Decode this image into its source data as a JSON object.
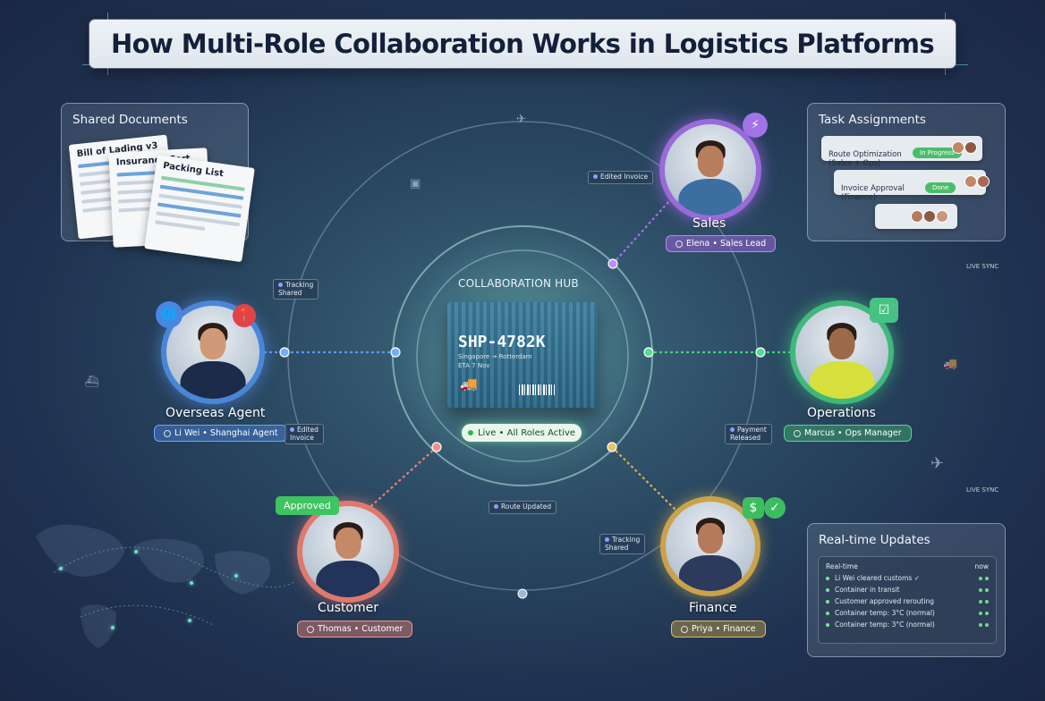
{
  "title": "How Multi-Role Collaboration Works in Logistics Platforms",
  "shared_documents": {
    "title": "Shared Documents",
    "docs": [
      "Bill of Lading v3",
      "Insurance Cert",
      "Packing List"
    ]
  },
  "task_assignments": {
    "title": "Task Assignments",
    "tasks": [
      {
        "name": "Route Optimization\n(Sales + Ops)",
        "status": "In Progress"
      },
      {
        "name": "Invoice Approval\n(Finance)",
        "status": "Done"
      },
      {
        "name": "",
        "status": ""
      }
    ]
  },
  "hub": {
    "label": "COLLABORATION HUB",
    "shipment_id": "SHP-4782K",
    "route": "Singapore → Rotterdam",
    "eta": "ETA 7 Nov",
    "status": "Live • All Roles Active"
  },
  "roles": [
    {
      "role": "Sales",
      "person": "Elena • Sales Lead",
      "color": "#9a6ad8"
    },
    {
      "role": "Operations",
      "person": "Marcus • Ops Manager",
      "color": "#3fb87a"
    },
    {
      "role": "Finance",
      "person": "Priya • Finance",
      "color": "#c9a24a"
    },
    {
      "role": "Customer",
      "person": "Thomas • Customer",
      "color": "#e0786c"
    },
    {
      "role": "Overseas Agent",
      "person": "Li Wei • Shanghai Agent",
      "color": "#4a86d8"
    }
  ],
  "tags": {
    "edited_invoice_top": "Edited Invoice",
    "tracking_shared_left": "Tracking\nShared",
    "edited_invoice_left": "Edited\nInvoice",
    "payment_released": "Payment\nReleased",
    "route_updated": "Route Updated",
    "tracking_shared_bottom": "Tracking\nShared"
  },
  "approved": "Approved",
  "realtime": {
    "title": "Real-time Updates",
    "header_left": "Real-time",
    "header_right": "now",
    "rows": [
      "Li Wei cleared customs ✓",
      "Container in transit",
      "Customer approved rerouting",
      "Container temp: 3°C (normal)",
      "Container temp: 3°C (normal)"
    ]
  },
  "live_labels": [
    "LIVE SYNC",
    "LIVE SYNC"
  ],
  "colors": {
    "sales": "#9a6ad8",
    "operations": "#3fb87a",
    "finance": "#c9a24a",
    "customer": "#e0786c",
    "agent": "#4a86d8",
    "hub": "#9fe0d8"
  }
}
